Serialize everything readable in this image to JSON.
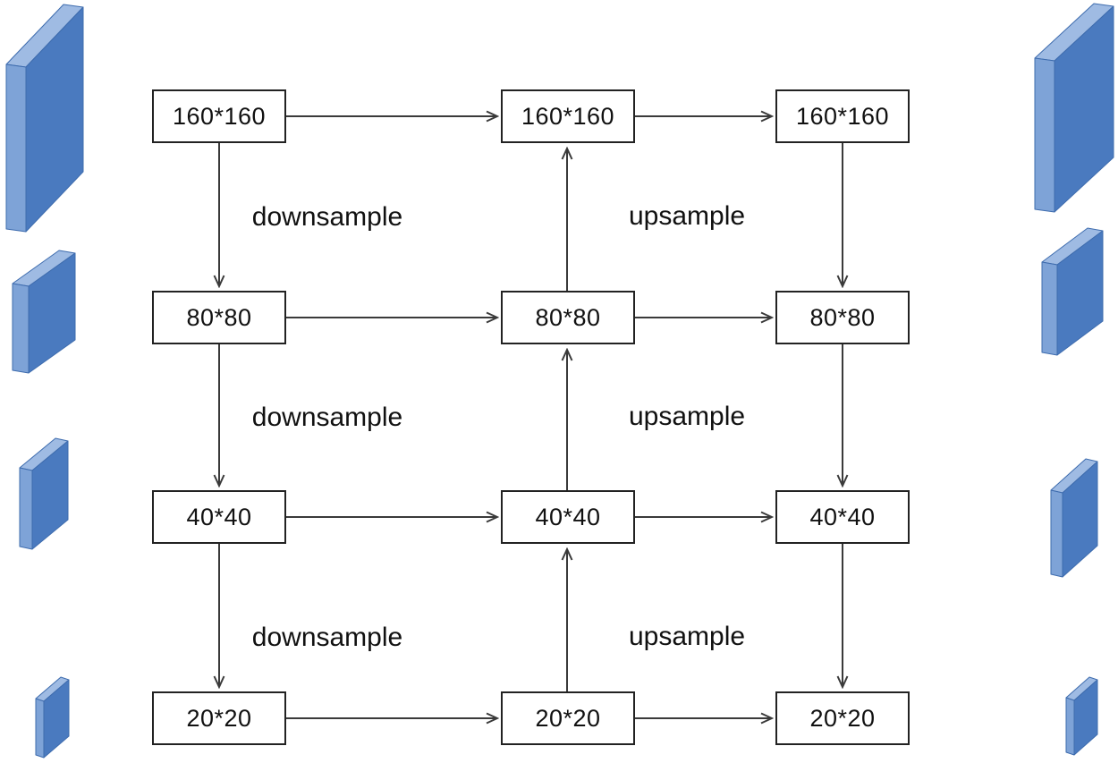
{
  "matrix": {
    "rows": [
      {
        "label": "160*160"
      },
      {
        "label": "80*80"
      },
      {
        "label": "40*40"
      },
      {
        "label": "20*20"
      }
    ]
  },
  "edges": {
    "downsample": "downsample",
    "upsample": "upsample"
  },
  "colors": {
    "slab_face": "#4a7abf",
    "slab_side": "#7ea3d7",
    "slab_top": "#9fbbe3",
    "slab_stroke": "#3e6cae",
    "line": "#3a3a3a",
    "box_border": "#222222",
    "text": "#111111",
    "background": "#ffffff"
  }
}
